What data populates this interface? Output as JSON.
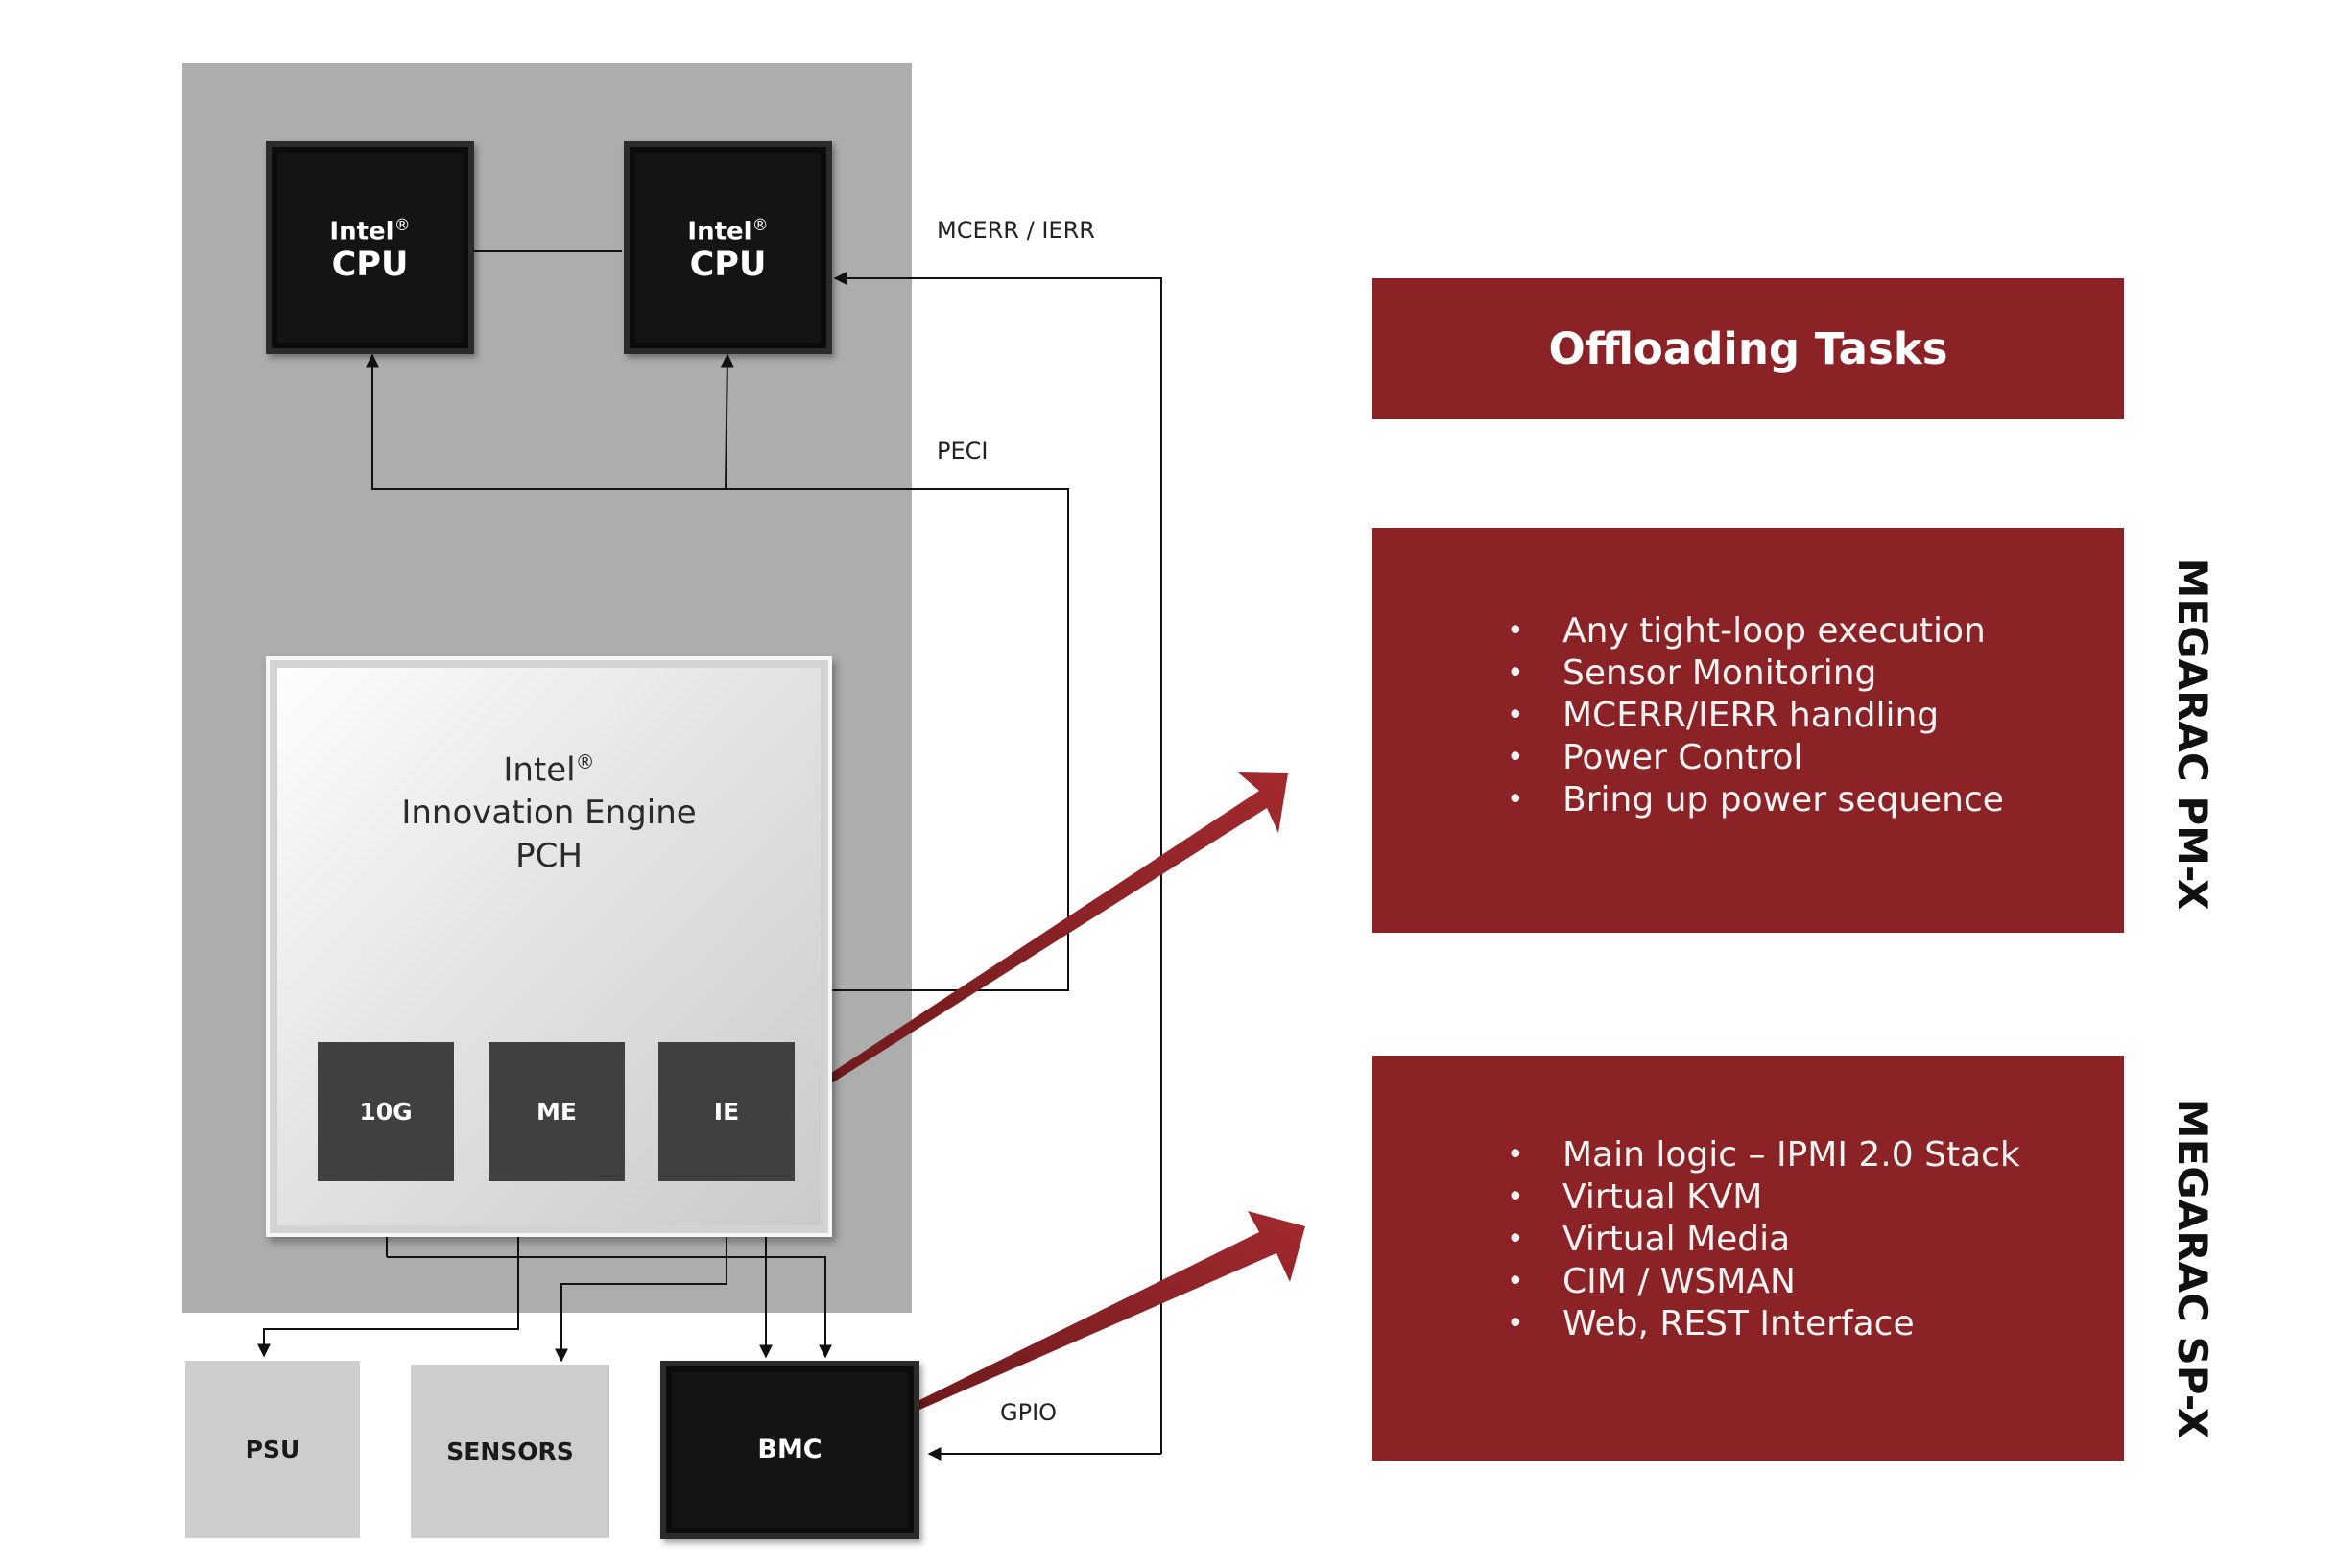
{
  "cpu1": {
    "brand": "Intel",
    "reg": "®",
    "title": "CPU"
  },
  "cpu2": {
    "brand": "Intel",
    "reg": "®",
    "title": "CPU"
  },
  "pch": {
    "line1": "Intel",
    "reg": "®",
    "line2": "Innovation Engine",
    "line3": "PCH"
  },
  "blocks": {
    "g10": "10G",
    "me": "ME",
    "ie": "IE"
  },
  "peripherals": {
    "psu": "PSU",
    "sensors": "SENSORS",
    "bmc": "BMC"
  },
  "signals": {
    "mcerr": "MCERR / IERR",
    "peci": "PECI",
    "gpio": "GPIO"
  },
  "header": {
    "title": "Offloading Tasks"
  },
  "pmx": {
    "label": "MEGARAC PM-X",
    "items": [
      "Any tight-loop execution",
      "Sensor Monitoring",
      "MCERR/IERR handling",
      "Power Control",
      "Bring up power sequence"
    ]
  },
  "spx": {
    "label": "MEGARAC SP-X",
    "items": [
      "Main logic – IPMI 2.0 Stack",
      "Virtual KVM",
      "Virtual Media",
      "CIM / WSMAN",
      "Web, REST Interface"
    ]
  },
  "colors": {
    "accent_red": "#8b2226",
    "panel_gray": "#adadad",
    "chip_black": "#141414",
    "block_gray": "#404040"
  }
}
